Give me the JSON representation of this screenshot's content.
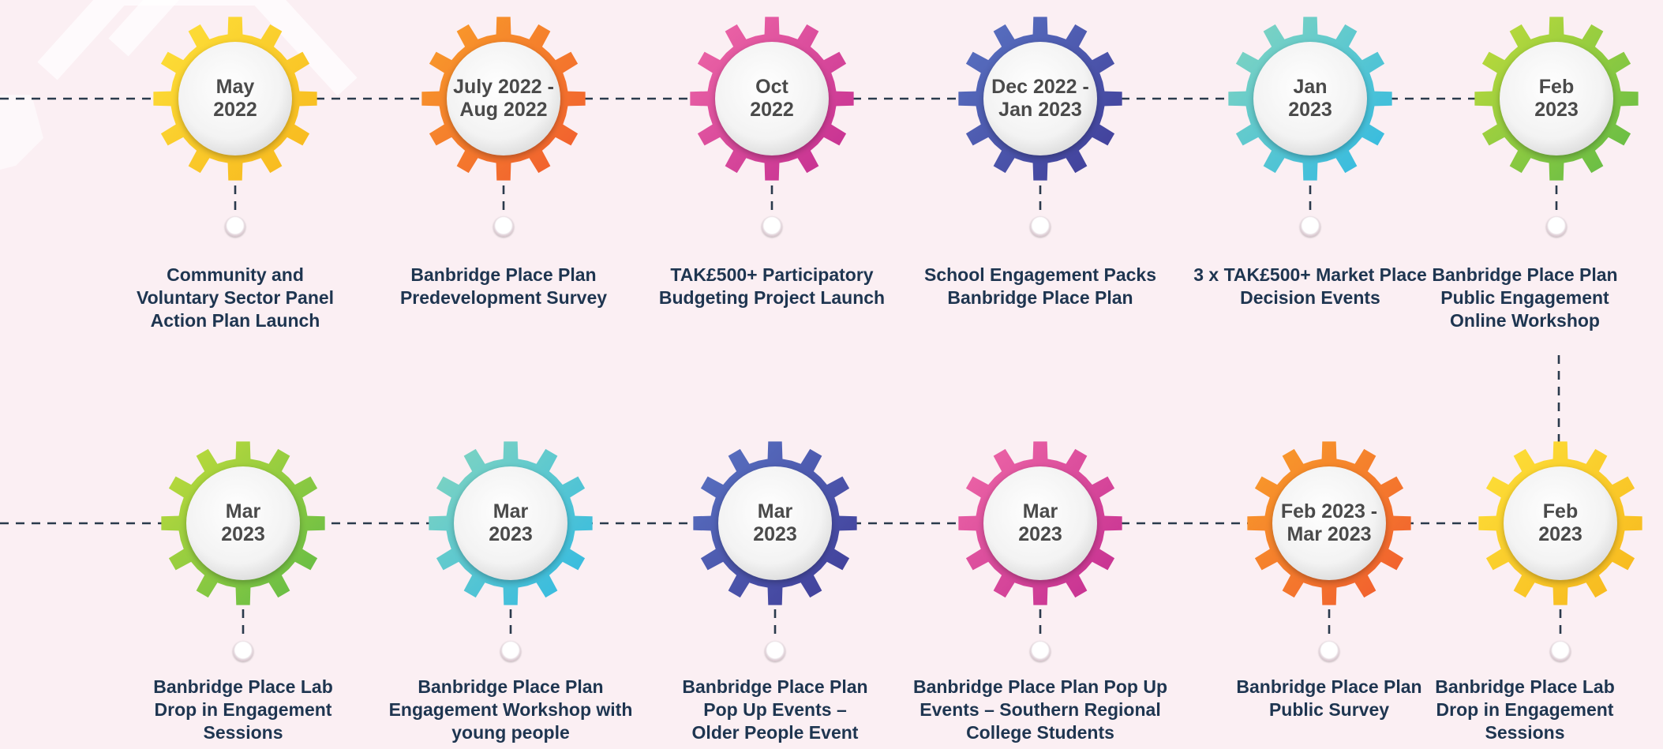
{
  "timeline": {
    "top_row": [
      {
        "date": "May\n2022",
        "label": "Community and\nVoluntary Sector Panel\nAction Plan Launch",
        "color": "yellow"
      },
      {
        "date": "July 2022 -\nAug 2022",
        "label": "Banbridge Place Plan\nPredevelopment Survey",
        "color": "orange"
      },
      {
        "date": "Oct\n2022",
        "label": "TAK£500+ Participatory\nBudgeting Project Launch",
        "color": "pink"
      },
      {
        "date": "Dec 2022 -\nJan 2023",
        "label": "School Engagement Packs\nBanbridge Place Plan",
        "color": "indigo"
      },
      {
        "date": "Jan\n2023",
        "label": "3 x TAK£500+ Market Place\nDecision Events",
        "color": "teal"
      },
      {
        "date": "Feb\n2023",
        "label": "Banbridge Place Plan\nPublic Engagement\nOnline Workshop",
        "color": "green"
      }
    ],
    "bottom_row": [
      {
        "date": "Mar\n2023",
        "label": "Banbridge Place Lab\nDrop in Engagement\nSessions",
        "color": "green"
      },
      {
        "date": "Mar\n2023",
        "label": "Banbridge Place Plan\nEngagement Workshop with\nyoung people",
        "color": "teal"
      },
      {
        "date": "Mar\n2023",
        "label": "Banbridge Place Plan\nPop Up Events –\nOlder People Event",
        "color": "indigo"
      },
      {
        "date": "Mar\n2023",
        "label": "Banbridge Place Plan Pop Up\nEvents – Southern Regional\nCollege Students",
        "color": "pink"
      },
      {
        "date": "Feb 2023 -\nMar 2023",
        "label": "Banbridge Place Plan\nPublic Survey",
        "color": "orange"
      },
      {
        "date": "Feb\n2023",
        "label": "Banbridge Place Lab\nDrop in Engagement\nSessions",
        "color": "yellow"
      }
    ]
  },
  "palette": {
    "yellow": [
      "#fde23a",
      "#f7b51c"
    ],
    "orange": [
      "#f9a02a",
      "#f0582f"
    ],
    "pink": [
      "#f06aa8",
      "#c22b8f"
    ],
    "indigo": [
      "#5a75c4",
      "#3f3a96"
    ],
    "teal": [
      "#86d6be",
      "#2db8e4"
    ],
    "green": [
      "#c4dd3a",
      "#5cb947"
    ],
    "text": "#1e3550",
    "date_text": "#4a4a4a",
    "background": "#fbeff3"
  }
}
